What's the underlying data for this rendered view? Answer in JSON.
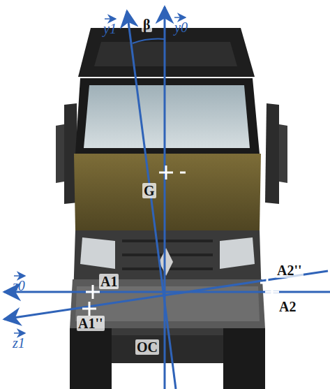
{
  "diagram": {
    "labels": [
      "y1",
      "β",
      "y0",
      "G",
      "A1",
      "A2''",
      "z0",
      "A1''",
      "A2",
      "z1",
      "OC"
    ]
  }
}
